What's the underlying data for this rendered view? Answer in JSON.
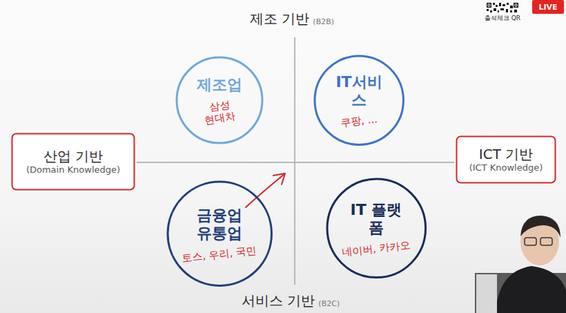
{
  "diagram": {
    "nodes": [
      {
        "text": [
          "산업 기반",
          "(Domain Knowledge)"
        ]
      },
      {
        "text": [
          "제조업",
          "삼성",
          "현대차"
        ]
      },
      {
        "text": [
          "IT서비스",
          "쿠팡, ..."
        ]
      },
      {
        "text": [
          "ICT 기반",
          "(ICT Knowledge)"
        ]
      },
      {
        "text": [
          "금융업 유통업",
          "토스, 우리, 국민"
        ]
      },
      {
        "text": [
          "IT 플랫폼",
          "네이버, 카카오"
        ]
      }
    ],
    "labels": [
      "제조 기반",
      "(B2B)",
      "서비스 기반",
      "(B2C)",
      "출석체크 QR",
      "LIVE"
    ]
  }
}
